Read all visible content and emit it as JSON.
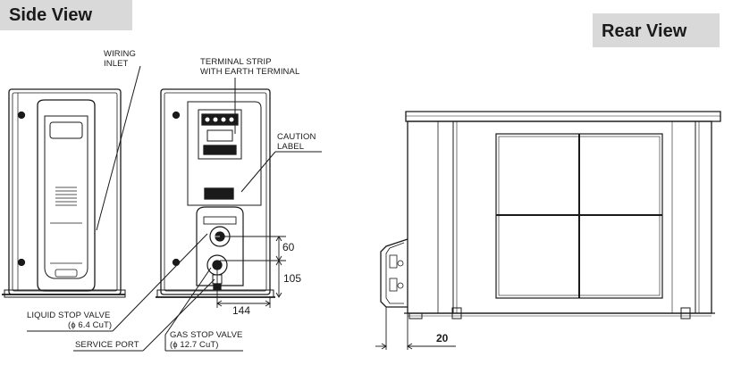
{
  "titles": {
    "side_view": "Side View",
    "rear_view": "Rear View"
  },
  "labels": {
    "wiring_inlet_line1": "WIRING",
    "wiring_inlet_line2": "INLET",
    "terminal_strip_line1": "TERMINAL STRIP",
    "terminal_strip_line2": "WITH EARTH TERMINAL",
    "caution_label_line1": "CAUTION",
    "caution_label_line2": "LABEL",
    "liquid_stop_valve_line1": "LIQUID STOP VALVE",
    "liquid_stop_valve_line2": "(ϕ 6.4 CuT)",
    "service_port": "SERVICE PORT",
    "gas_stop_valve_line1": "GAS STOP VALVE",
    "gas_stop_valve_line2": "(ϕ 12.7 CuT)"
  },
  "dimensions": {
    "valve_spacing": "60",
    "valve_height": "105",
    "valve_offset": "144",
    "rear_offset": "20"
  },
  "colors": {
    "title_background": "#d9d9d9",
    "line": "#1a1a1a"
  }
}
